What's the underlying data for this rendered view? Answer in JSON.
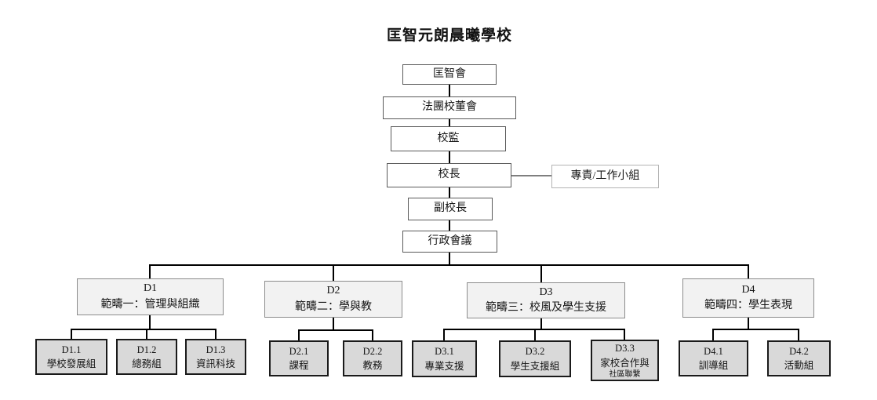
{
  "title": "匡智元朗晨曦學校",
  "hierarchy": {
    "hongchi_association": "匡智會",
    "incorporated_management_committee": "法團校董會",
    "supervisor": "校監",
    "principal": "校長",
    "task_groups": "專責/工作小組",
    "vice_principal": "副校長",
    "administrative_council": "行政會議"
  },
  "domains": [
    {
      "code": "D1",
      "name": "範疇一：管理與組織",
      "children": [
        {
          "code": "D1.1",
          "name": "學校發展組"
        },
        {
          "code": "D1.2",
          "name": "總務組"
        },
        {
          "code": "D1.3",
          "name": "資訊科技"
        }
      ]
    },
    {
      "code": "D2",
      "name": "範疇二：學與教",
      "children": [
        {
          "code": "D2.1",
          "name": "課程"
        },
        {
          "code": "D2.2",
          "name": "教務"
        }
      ]
    },
    {
      "code": "D3",
      "name": "範疇三：校風及學生支援",
      "children": [
        {
          "code": "D3.1",
          "name": "專業支援"
        },
        {
          "code": "D3.2",
          "name": "學生支援組"
        },
        {
          "code": "D3.3",
          "name": "家校合作與",
          "name_line2": "社區聯繫"
        }
      ]
    },
    {
      "code": "D4",
      "name": "範疇四：學生表現",
      "children": [
        {
          "code": "D4.1",
          "name": "訓導組"
        },
        {
          "code": "D4.2",
          "name": "活動組"
        }
      ]
    }
  ],
  "colors": {
    "connector": "#000000",
    "principal_stub_line": "#7f7f7f",
    "chain_box_border": "#5a5a5a",
    "task_group_border": "#b3b3b3",
    "domain_fill": "#f2f2f2",
    "domain_border": "#8c8c8c",
    "unit_fill": "#d9d9d9",
    "unit_border": "#1a1a1a"
  }
}
